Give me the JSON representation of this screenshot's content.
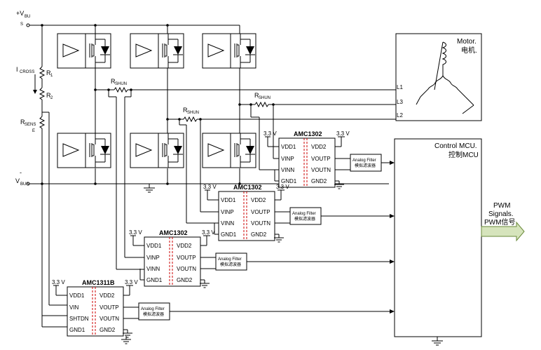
{
  "power": {
    "vbus_pos_a": "+V",
    "vbus_pos_b": "BU",
    "vbus_pos_c": "S",
    "vbus_neg_a": "-",
    "vbus_neg_b": "V",
    "vbus_neg_c": "BUS"
  },
  "divider": {
    "icross_a": "I",
    "icross_b": "CROSS",
    "r1": "R",
    "r1_sub": "1",
    "r2": "R",
    "r2_sub": "2",
    "rsense_a": "R",
    "rsense_b": "SENS",
    "rsense_c": "E"
  },
  "shunts": [
    {
      "a": "R",
      "b": "SHUN"
    },
    {
      "a": "R",
      "b": "SHUN"
    },
    {
      "a": "R",
      "b": "SHUN"
    }
  ],
  "motor": {
    "label": "Motor.",
    "label_cn": "电机.",
    "phases": [
      "L1",
      "L3",
      "L2"
    ]
  },
  "mcu": {
    "label": "Control MCU.",
    "label_cn": "控制MCU"
  },
  "pwm": {
    "line1": "PWM",
    "line2": "Signals.",
    "line3": "PWM信号"
  },
  "filter": {
    "line1": "Analog Filter",
    "line2": "模拟滤波器"
  },
  "supply": "3.3 V",
  "amcs": [
    {
      "name": "AMC1302",
      "pins_left": [
        "VDD1",
        "VINP",
        "VINN",
        "GND1"
      ],
      "pins_right": [
        "VDD2",
        "VOUTP",
        "VOUTN",
        "GND2"
      ]
    },
    {
      "name": "AMC1302",
      "pins_left": [
        "VDD1",
        "VINP",
        "VINN",
        "GND1"
      ],
      "pins_right": [
        "VDD2",
        "VOUTP",
        "VOUTN",
        "GND2"
      ]
    },
    {
      "name": "AMC1302",
      "pins_left": [
        "VDD1",
        "VINP",
        "VINN",
        "GND1"
      ],
      "pins_right": [
        "VDD2",
        "VOUTP",
        "VOUTN",
        "GND2"
      ]
    },
    {
      "name": "AMC1311B",
      "pins_left": [
        "VDD1",
        "VIN",
        "SHTDN",
        "GND1"
      ],
      "pins_right": [
        "VDD2",
        "VOUTP",
        "VOUTN",
        "GND2"
      ]
    }
  ]
}
